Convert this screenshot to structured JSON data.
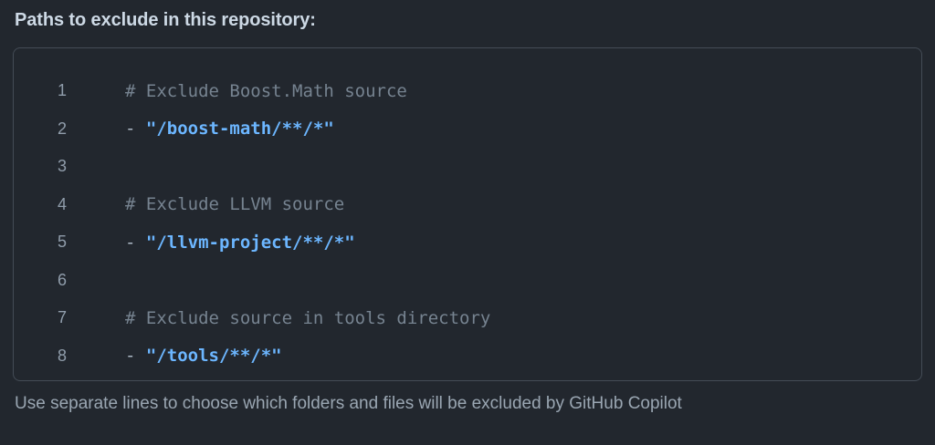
{
  "panel": {
    "title": "Paths to exclude in this repository:",
    "help_text": "Use separate lines to choose which folders and files will be excluded by GitHub Copilot"
  },
  "colors": {
    "background": "#22272e",
    "editor_background": "#22272e",
    "editor_border": "#444c56",
    "title_text": "#cdd9e5",
    "line_number": "#909dab",
    "comment": "#768390",
    "punctuation": "#adbac7",
    "string": "#6cb6ff",
    "help_text": "#9aa6b2"
  },
  "editor": {
    "language": "yaml",
    "lines": [
      {
        "number": "1",
        "tokens": [
          {
            "type": "comment",
            "text": "# Exclude Boost.Math source"
          }
        ]
      },
      {
        "number": "2",
        "tokens": [
          {
            "type": "punct",
            "text": "- "
          },
          {
            "type": "string",
            "text": "\"/boost-math/**/*\""
          }
        ]
      },
      {
        "number": "3",
        "tokens": []
      },
      {
        "number": "4",
        "tokens": [
          {
            "type": "comment",
            "text": "# Exclude LLVM source"
          }
        ]
      },
      {
        "number": "5",
        "tokens": [
          {
            "type": "punct",
            "text": "- "
          },
          {
            "type": "string",
            "text": "\"/llvm-project/**/*\""
          }
        ]
      },
      {
        "number": "6",
        "tokens": []
      },
      {
        "number": "7",
        "tokens": [
          {
            "type": "comment",
            "text": "# Exclude source in tools directory"
          }
        ]
      },
      {
        "number": "8",
        "tokens": [
          {
            "type": "punct",
            "text": "- "
          },
          {
            "type": "string",
            "text": "\"/tools/**/*\""
          }
        ]
      }
    ]
  }
}
